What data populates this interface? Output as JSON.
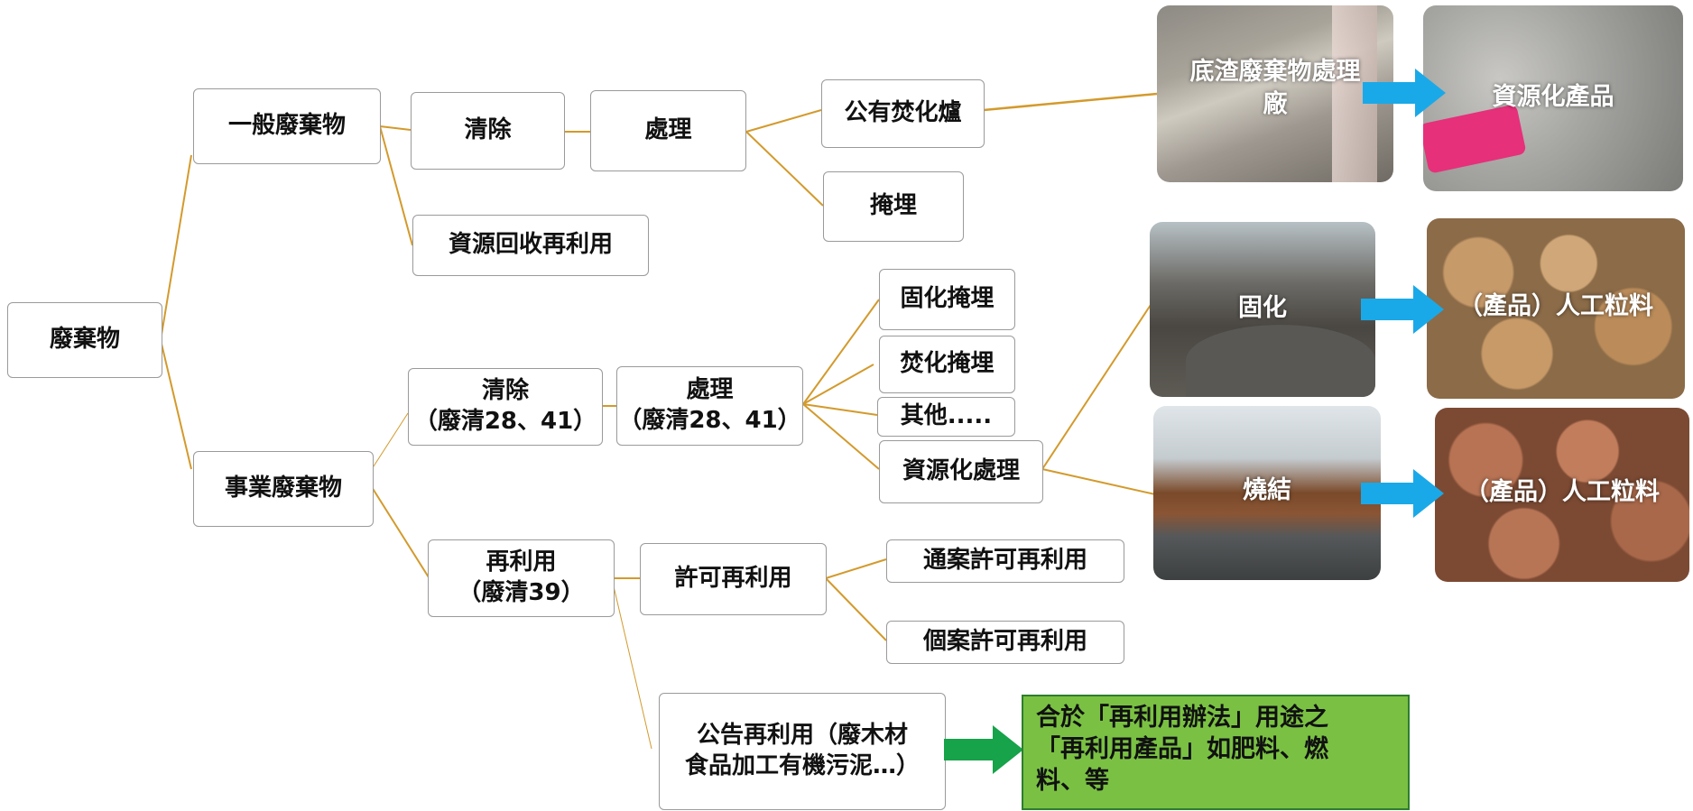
{
  "nodes": {
    "waste": "廢棄物",
    "general_waste": "一般廢棄物",
    "general_clear": "清除",
    "general_treat": "處理",
    "public_incinerator": "公有焚化爐",
    "landfill": "掩埋",
    "resource_recycling": "資源回收再利用",
    "industrial_waste": "事業廢棄物",
    "ind_clear_line1": "清除",
    "ind_clear_line2": "（廢清28、41）",
    "ind_treat_line1": "處理",
    "ind_treat_line2": "（廢清28、41）",
    "solidify_landfill": "固化掩埋",
    "incinerate_landfill": "焚化掩埋",
    "others": "其他.....",
    "resource_treatment": "資源化處理",
    "reuse_line1": "再利用",
    "reuse_line2": "（廢清39）",
    "permit_reuse": "許可再利用",
    "general_permit_reuse": "通案許可再利用",
    "individual_permit_reuse": "個案許可再利用",
    "announced_reuse_line1": "公告再利用（廢木材",
    "announced_reuse_line2": "食品加工有機污泥…）"
  },
  "photos": {
    "bottom_ash_plant_line1": "底渣廢棄物處理",
    "bottom_ash_plant_line2": "廠",
    "resource_product": "資源化產品",
    "solidification": "固化",
    "artificial_aggregate_1": "（產品）人工粒料",
    "sintering": "燒結",
    "artificial_aggregate_2": "（產品）人工粒料"
  },
  "green_box": {
    "line1": "合於「再利用辦法」用途之",
    "line2": "「再利用產品」如肥料、燃",
    "line3": "料、等"
  },
  "colors": {
    "connector": "#d39a2c",
    "blue_arrow": "#1aa9e8",
    "green_arrow": "#16a34a",
    "green_box_fill": "#7ac143"
  }
}
